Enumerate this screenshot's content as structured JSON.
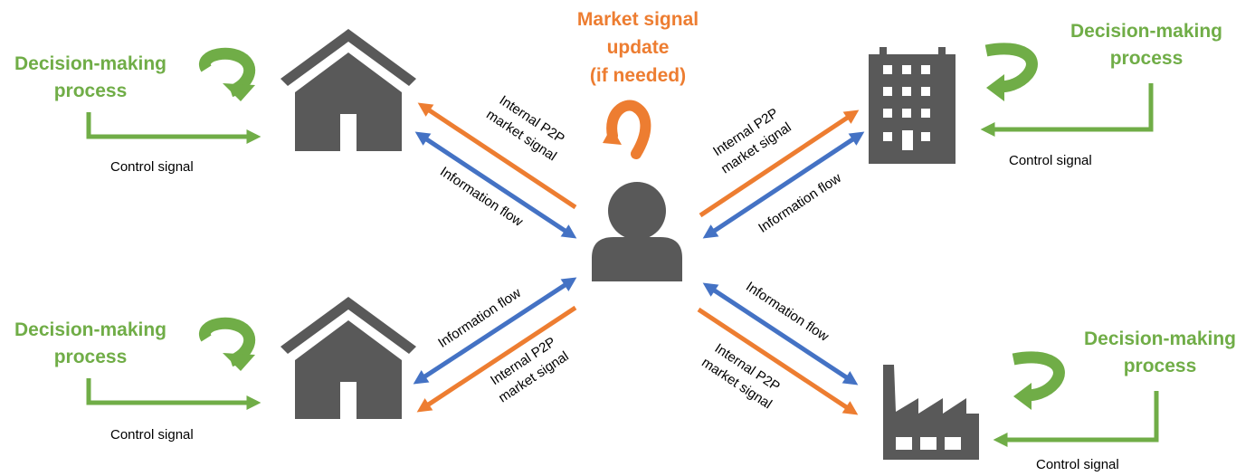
{
  "colors": {
    "green": "#70ad47",
    "orange": "#ed7d31",
    "blue": "#4472c4",
    "icon": "#595959"
  },
  "center": {
    "title": "Market signal update (if needed)",
    "title_lines": [
      "Market signal",
      "update",
      "(if needed)"
    ],
    "icon": "person-icon",
    "update_icon": "circular-arrow-icon"
  },
  "nodes": {
    "top_left": {
      "icon": "house-icon"
    },
    "bottom_left": {
      "icon": "house-icon"
    },
    "top_right": {
      "icon": "office-building-icon"
    },
    "bottom_right": {
      "icon": "factory-icon"
    }
  },
  "labels": {
    "decision": "Decision-making process",
    "decision_lines": [
      "Decision-making",
      "process"
    ],
    "control": "Control signal",
    "information": "Information flow",
    "market": "Internal P2P market signal",
    "market_lines": [
      "Internal P2P",
      "market signal"
    ]
  }
}
